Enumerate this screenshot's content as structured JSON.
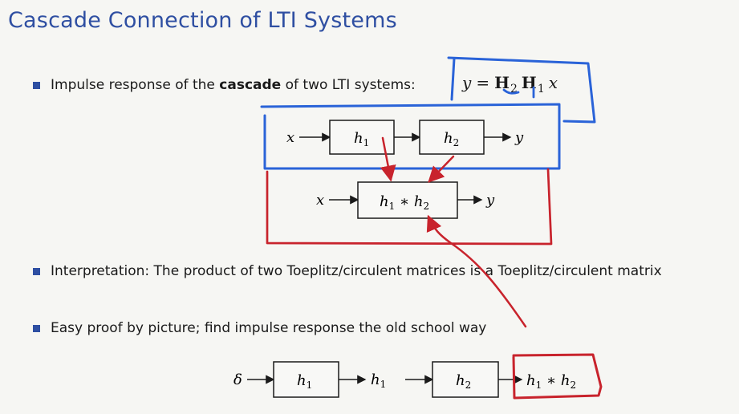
{
  "title": "Cascade Connection of LTI Systems",
  "bullets": [
    {
      "parts": [
        "Impulse response of the ",
        "cascade",
        " of two LTI systems:"
      ]
    },
    {
      "text": "Interpretation:  The product of two Toeplitz/circulent matrices is a Toeplitz/circulent matrix"
    },
    {
      "text": "Easy proof by picture; find impulse response the old school way"
    }
  ],
  "formula": {
    "lhs": "y",
    "equals": "=",
    "matrix_1": "H",
    "matrix_1_sub": "2",
    "matrix_2": "H",
    "matrix_2_sub": "1",
    "rhs": "x"
  },
  "diagram": {
    "input": "x",
    "output": "y",
    "impulse": "δ",
    "h": "h",
    "sub_1": "1",
    "sub_2": "2",
    "convolution_operator": " ∗ "
  },
  "colors": {
    "title": "#2f4fa2",
    "bullet": "#2e4fa2",
    "annotation_blue": "#2a63d8",
    "annotation_red": "#c8232c"
  }
}
